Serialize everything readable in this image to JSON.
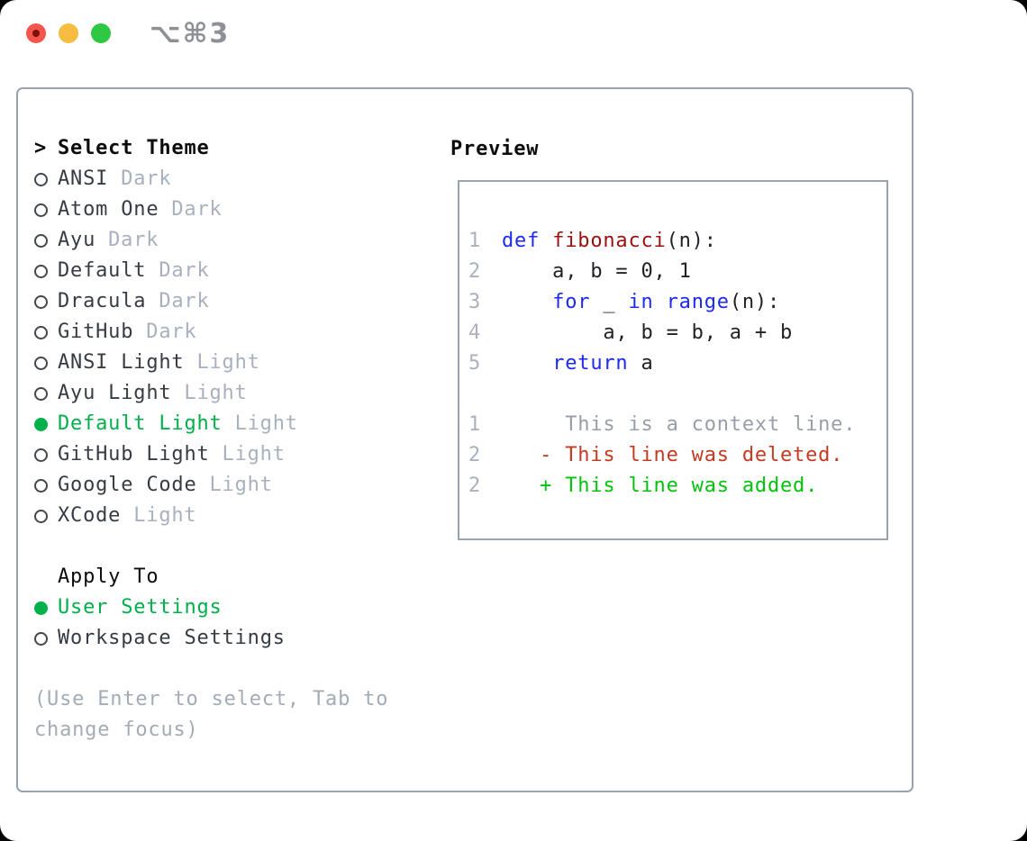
{
  "window": {
    "shortcut_label": "⌥⌘3"
  },
  "theme_panel": {
    "title_prefix": ">",
    "title": "Select Theme",
    "items": [
      {
        "name": "ANSI",
        "variant": "Dark",
        "selected": false
      },
      {
        "name": "Atom One",
        "variant": "Dark",
        "selected": false
      },
      {
        "name": "Ayu",
        "variant": "Dark",
        "selected": false
      },
      {
        "name": "Default",
        "variant": "Dark",
        "selected": false
      },
      {
        "name": "Dracula",
        "variant": "Dark",
        "selected": false
      },
      {
        "name": "GitHub",
        "variant": "Dark",
        "selected": false
      },
      {
        "name": "ANSI Light",
        "variant": "Light",
        "selected": false
      },
      {
        "name": "Ayu Light",
        "variant": "Light",
        "selected": false
      },
      {
        "name": "Default Light",
        "variant": "Light",
        "selected": true
      },
      {
        "name": "GitHub Light",
        "variant": "Light",
        "selected": false
      },
      {
        "name": "Google Code",
        "variant": "Light",
        "selected": false
      },
      {
        "name": "XCode",
        "variant": "Light",
        "selected": false
      }
    ]
  },
  "apply_to": {
    "title": "Apply To",
    "options": [
      {
        "label": "User Settings",
        "selected": true
      },
      {
        "label": "Workspace Settings",
        "selected": false
      }
    ]
  },
  "help_text": "(Use Enter to select, Tab to change focus)",
  "preview": {
    "title": "Preview",
    "code": {
      "l1": {
        "n": "1",
        "kw": "def",
        "sp": " ",
        "fn": "fibonacci",
        "rest": "(n):"
      },
      "l2": {
        "n": "2",
        "text": "    a, b = 0, 1"
      },
      "l3": {
        "n": "3",
        "ind": "    ",
        "kw1": "for",
        "mid": " _ ",
        "kw2": "in",
        "sp": " ",
        "kw3": "range",
        "rest": "(n):"
      },
      "l4": {
        "n": "4",
        "text": "        a, b = b, a + b"
      },
      "l5": {
        "n": "5",
        "ind": "    ",
        "kw": "return",
        "rest": " a"
      }
    },
    "diff": {
      "context": {
        "n": "1",
        "text": "     This is a context line."
      },
      "deleted": {
        "n": "2",
        "text": "   - This line was deleted."
      },
      "added": {
        "n": "2",
        "text": "   + This line was added."
      }
    }
  },
  "colors": {
    "border": "#99a3ae",
    "title": "#0c0c0e",
    "item": "#363b44",
    "variant": "#a8b1bd",
    "radio": "#43474e",
    "sel": "#00b04a",
    "help": "#a3acb6",
    "ln": "#a8b1bd",
    "kw": "#1c2bef",
    "fn": "#9d1010",
    "code": "#1e2126",
    "ctx": "#989fa9",
    "del": "#c53a20",
    "add": "#01c30b",
    "tlred": "#f4564c",
    "tlreddot": "#7c120b",
    "tlyellow": "#f6bd40",
    "tlgreen": "#30c843",
    "shortcut": "#8d9095"
  }
}
